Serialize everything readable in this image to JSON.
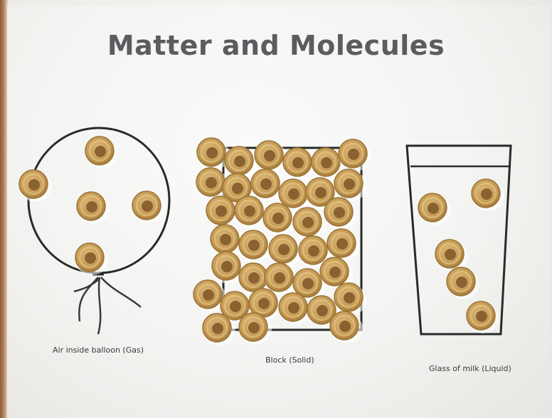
{
  "title": "Matter and Molecules",
  "captions": {
    "gas": "Air inside balloon (Gas)",
    "solid": "Block (Solid)",
    "liquid": "Glass of milk (Liquid)"
  },
  "colors": {
    "ink": "#222222",
    "cereal": "#c9a15e",
    "cereal_dark": "#9a7436",
    "glue": "#ffffff"
  }
}
